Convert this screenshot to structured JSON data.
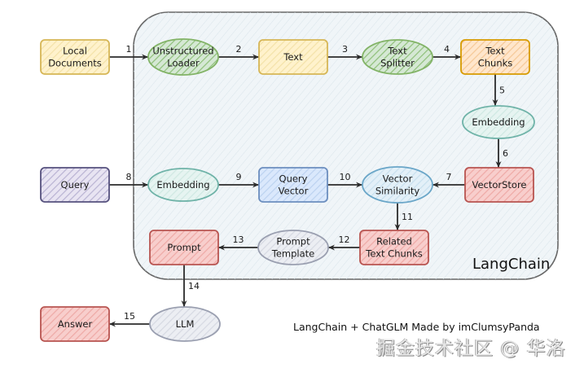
{
  "container": {
    "label": "LangChain",
    "stroke": "#5a5a5a",
    "fill": "#eef4f8"
  },
  "nodes": [
    {
      "id": "local-documents",
      "shape": "rect",
      "lines": [
        "Local",
        "Documents"
      ],
      "stroke": "#d6b656",
      "fill": "#fff2cc",
      "hatch": "#f3e2a8",
      "inside": false
    },
    {
      "id": "unstructured-loader",
      "shape": "ellipse",
      "lines": [
        "Unstructured",
        "Loader"
      ],
      "stroke": "#82b366",
      "fill": "#d5e8d4",
      "hatch": "#8fc07a",
      "inside": true
    },
    {
      "id": "text",
      "shape": "rect",
      "lines": [
        "Text"
      ],
      "stroke": "#d6b656",
      "fill": "#fff2cc",
      "hatch": "#f3e2a8",
      "inside": true
    },
    {
      "id": "text-splitter",
      "shape": "ellipse",
      "lines": [
        "Text",
        "Splitter"
      ],
      "stroke": "#82b366",
      "fill": "#d5e8d4",
      "hatch": "#8fc07a",
      "inside": true
    },
    {
      "id": "text-chunks",
      "shape": "rect",
      "lines": [
        "Text",
        "Chunks"
      ],
      "stroke": "#d79b00",
      "fill": "#ffe6cc",
      "hatch": "#f5c896",
      "inside": true
    },
    {
      "id": "embedding-docs",
      "shape": "ellipse",
      "lines": [
        "Embedding"
      ],
      "stroke": "#6fb3a8",
      "fill": "#e6f4f1",
      "hatch": "#cfe8e2",
      "inside": true
    },
    {
      "id": "vectorstore",
      "shape": "rect",
      "lines": [
        "VectorStore"
      ],
      "stroke": "#b85450",
      "fill": "#f8cecc",
      "hatch": "#eeaaa6",
      "inside": true
    },
    {
      "id": "query",
      "shape": "rect",
      "lines": [
        "Query"
      ],
      "stroke": "#56517e",
      "fill": "#e8e4f2",
      "hatch": "#b9b3d3",
      "inside": false
    },
    {
      "id": "embedding-query",
      "shape": "ellipse",
      "lines": [
        "Embedding"
      ],
      "stroke": "#6fb3a8",
      "fill": "#e6f4f1",
      "hatch": "#cfe8e2",
      "inside": true
    },
    {
      "id": "query-vector",
      "shape": "rect",
      "lines": [
        "Query",
        "Vector"
      ],
      "stroke": "#6c8ebf",
      "fill": "#dae8fc",
      "hatch": "#bcd2f0",
      "inside": true
    },
    {
      "id": "vector-similarity",
      "shape": "ellipse",
      "lines": [
        "Vector",
        "Similarity"
      ],
      "stroke": "#6aa6c8",
      "fill": "#e3f0f8",
      "hatch": "#c8e0ee",
      "inside": true
    },
    {
      "id": "related-text-chunks",
      "shape": "rect",
      "lines": [
        "Related",
        "Text Chunks"
      ],
      "stroke": "#b85450",
      "fill": "#f8cecc",
      "hatch": "#eeaaa6",
      "inside": true
    },
    {
      "id": "prompt-template",
      "shape": "ellipse",
      "lines": [
        "Prompt",
        "Template"
      ],
      "stroke": "#9a9fb0",
      "fill": "#eceef3",
      "hatch": "#d6d9e2",
      "inside": true
    },
    {
      "id": "prompt",
      "shape": "rect",
      "lines": [
        "Prompt"
      ],
      "stroke": "#b85450",
      "fill": "#f8cecc",
      "hatch": "#eeaaa6",
      "inside": true
    },
    {
      "id": "llm",
      "shape": "ellipse",
      "lines": [
        "LLM"
      ],
      "stroke": "#9a9fb0",
      "fill": "#eceef3",
      "hatch": "#d6d9e2",
      "inside": false
    },
    {
      "id": "answer",
      "shape": "rect",
      "lines": [
        "Answer"
      ],
      "stroke": "#b85450",
      "fill": "#f8cecc",
      "hatch": "#eeaaa6",
      "inside": false
    }
  ],
  "edges": [
    {
      "from": "local-documents",
      "to": "unstructured-loader",
      "label": "1"
    },
    {
      "from": "unstructured-loader",
      "to": "text",
      "label": "2"
    },
    {
      "from": "text",
      "to": "text-splitter",
      "label": "3"
    },
    {
      "from": "text-splitter",
      "to": "text-chunks",
      "label": "4"
    },
    {
      "from": "text-chunks",
      "to": "embedding-docs",
      "label": "5"
    },
    {
      "from": "embedding-docs",
      "to": "vectorstore",
      "label": "6"
    },
    {
      "from": "vectorstore",
      "to": "vector-similarity",
      "label": "7"
    },
    {
      "from": "query",
      "to": "embedding-query",
      "label": "8"
    },
    {
      "from": "embedding-query",
      "to": "query-vector",
      "label": "9"
    },
    {
      "from": "query-vector",
      "to": "vector-similarity",
      "label": "10"
    },
    {
      "from": "vector-similarity",
      "to": "related-text-chunks",
      "label": "11"
    },
    {
      "from": "related-text-chunks",
      "to": "prompt-template",
      "label": "12"
    },
    {
      "from": "prompt-template",
      "to": "prompt",
      "label": "13"
    },
    {
      "from": "prompt",
      "to": "llm",
      "label": "14"
    },
    {
      "from": "llm",
      "to": "answer",
      "label": "15"
    }
  ],
  "caption": "LangChain + ChatGLM Made by imClumsyPanda",
  "watermark": "掘金技术社区 @ 华洛"
}
